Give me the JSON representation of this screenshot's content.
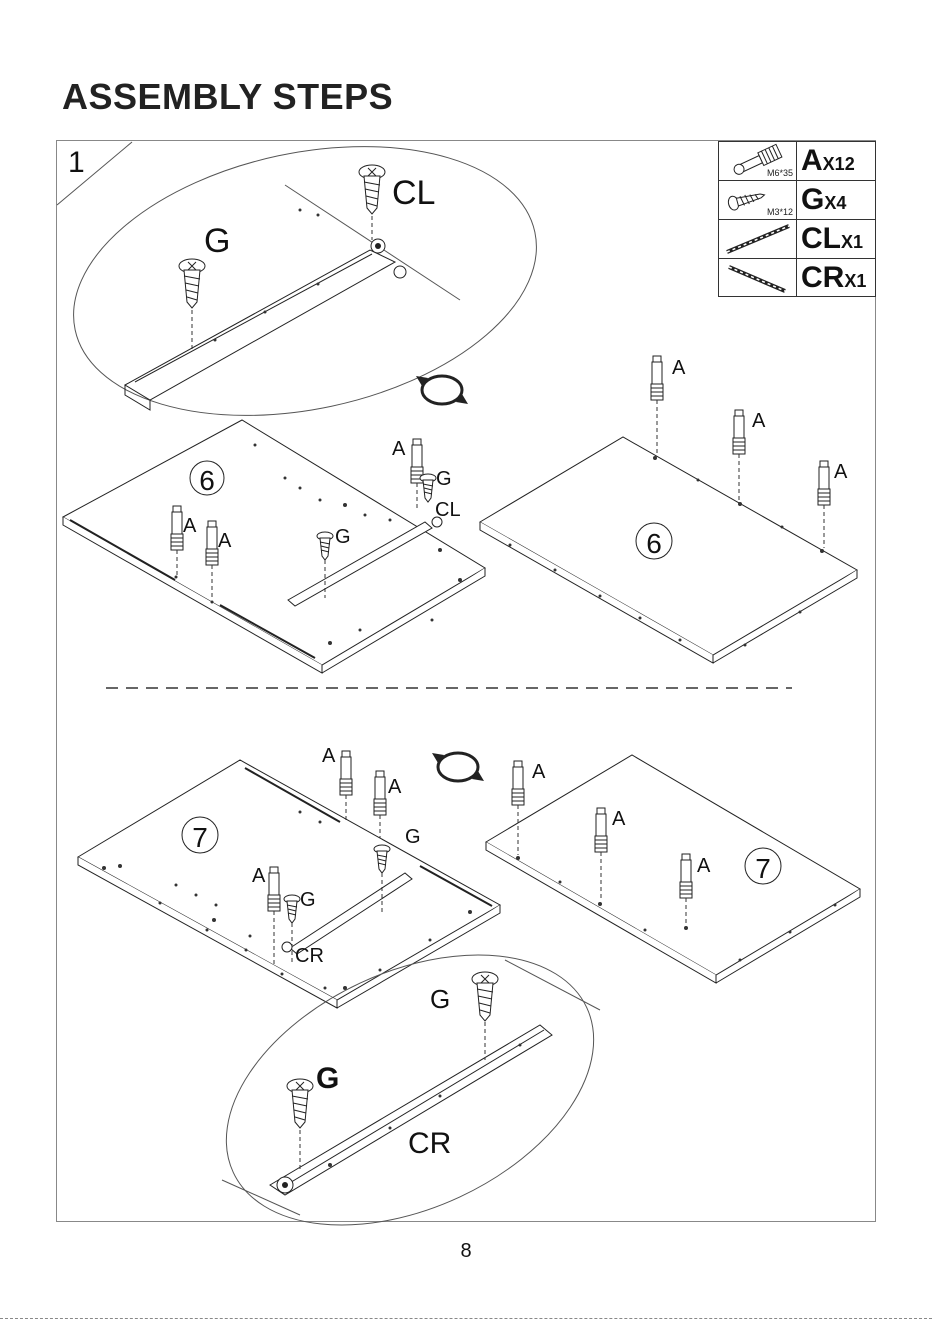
{
  "page": {
    "title": "ASSEMBLY STEPS",
    "step_number": "1",
    "page_number": "8"
  },
  "hardware": [
    {
      "code": "A",
      "qty": "X12",
      "spec": "M6*35",
      "icon": "cam-dowel-icon"
    },
    {
      "code": "G",
      "qty": "X4",
      "spec": "M3*12",
      "icon": "screw-icon"
    },
    {
      "code": "CL",
      "qty": "X1",
      "spec": "",
      "icon": "left-rail-icon"
    },
    {
      "code": "CR",
      "qty": "X1",
      "spec": "",
      "icon": "right-rail-icon"
    }
  ],
  "labels": {
    "cam": "A",
    "screw": "G",
    "left_rail": "CL",
    "right_rail": "CR",
    "panel_6": "6",
    "panel_7": "7"
  }
}
